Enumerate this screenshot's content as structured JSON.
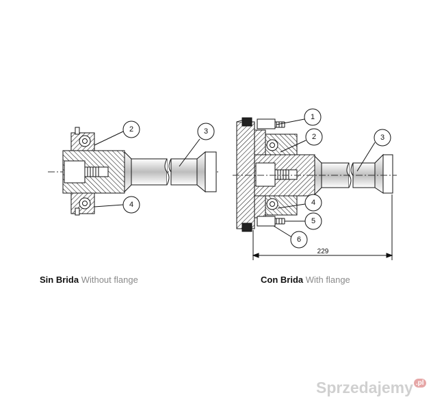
{
  "diagram": {
    "left": {
      "callouts": [
        "2",
        "3",
        "4"
      ],
      "caption_strong": "Sin Brida",
      "caption_light": "Without flange"
    },
    "right": {
      "callouts": [
        "1",
        "2",
        "3",
        "4",
        "5",
        "6"
      ],
      "dimension": "229",
      "caption_strong": "Con Brida",
      "caption_light": "With flange"
    }
  },
  "watermark": {
    "text": "Sprzedajemy",
    "suffix": ".pl"
  }
}
